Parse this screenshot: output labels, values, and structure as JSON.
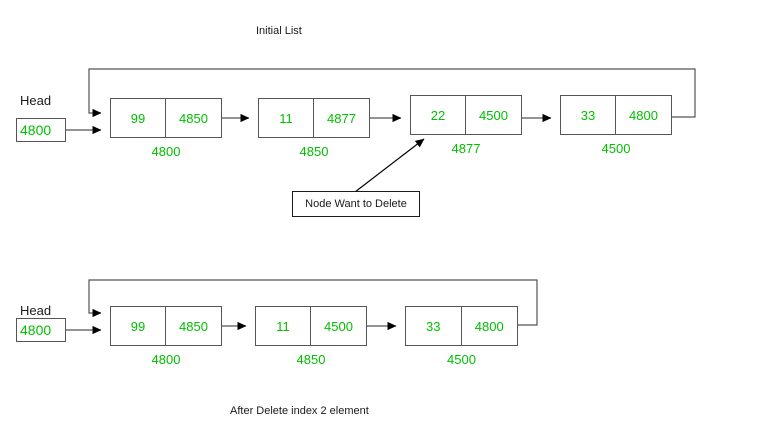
{
  "page": {
    "title_top": "Initial List",
    "caption_bottom": "After Delete index 2 element",
    "colors": {
      "value_green": "#00c000",
      "text_black": "#1a1a1a",
      "box_border": "#555555",
      "line": "#555555",
      "background": "#ffffff"
    }
  },
  "diagram_top": {
    "head_label": "Head",
    "head_value": "4800",
    "nodes": [
      {
        "data": "99",
        "next": "4850",
        "address": "4800"
      },
      {
        "data": "11",
        "next": "4877",
        "address": "4850"
      },
      {
        "data": "22",
        "next": "4500",
        "address": "4877"
      },
      {
        "data": "33",
        "next": "4800",
        "address": "4500"
      }
    ],
    "annotation": {
      "label": "Node Want to Delete",
      "points_to_node_index": 2
    }
  },
  "diagram_bottom": {
    "head_label": "Head",
    "head_value": "4800",
    "nodes": [
      {
        "data": "99",
        "next": "4850",
        "address": "4800"
      },
      {
        "data": "11",
        "next": "4500",
        "address": "4850"
      },
      {
        "data": "33",
        "next": "4800",
        "address": "4500"
      }
    ]
  }
}
